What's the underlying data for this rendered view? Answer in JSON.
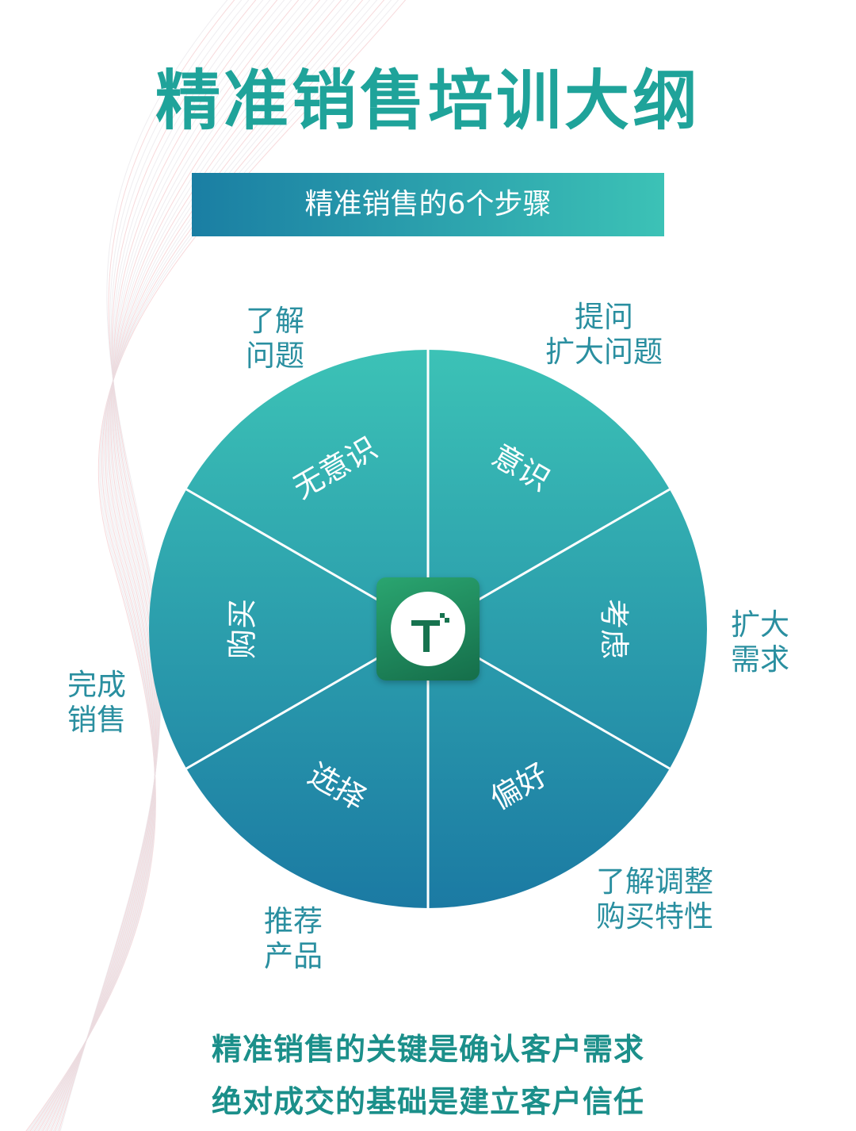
{
  "title": "精准销售培训大纲",
  "banner": "精准销售的6个步骤",
  "wheel": {
    "segments": [
      {
        "label": "意识",
        "angle": 30
      },
      {
        "label": "考虑",
        "angle": 90
      },
      {
        "label": "偏好",
        "angle": 150
      },
      {
        "label": "选择",
        "angle": 210
      },
      {
        "label": "购买",
        "angle": 270
      },
      {
        "label": "无意识",
        "angle": 330
      }
    ],
    "gradient": [
      "#3cc2b6",
      "#1b7aa3"
    ]
  },
  "outer_labels": {
    "top_left": "了解\n问题",
    "top_right": "提问\n扩大问题",
    "right": "扩大\n需求",
    "bottom_right": "了解调整\n购买特性",
    "bottom_left": "推荐\n产品",
    "left": "完成\n销售"
  },
  "footer": {
    "line1": "精准销售的关键是确认客户需求",
    "line2": "绝对成交的基础是建立客户信任"
  },
  "logo": {
    "icon": "t-app-icon"
  }
}
